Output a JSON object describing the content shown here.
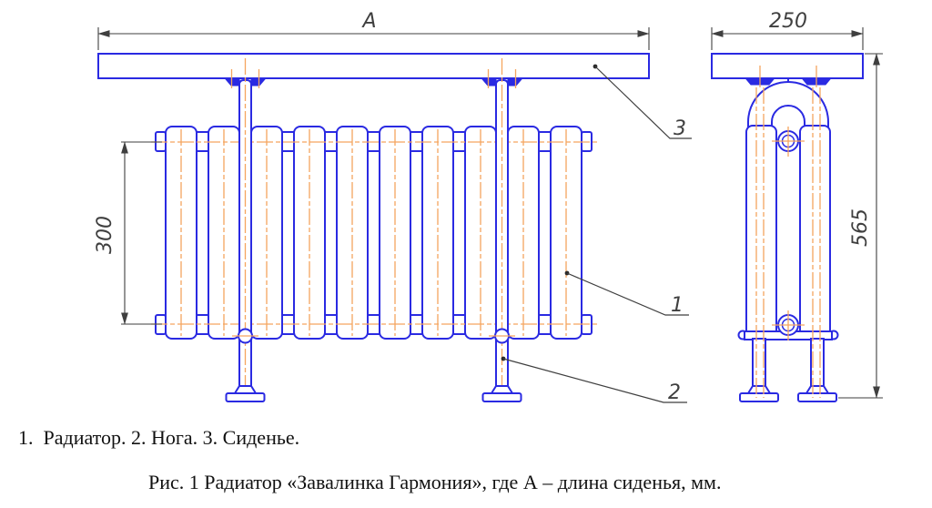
{
  "drawing": {
    "dim_seat_length": "A",
    "dim_seat_width": "250",
    "dim_total_height": "565",
    "dim_radiator_height": "300",
    "callout_1": "1",
    "callout_2": "2",
    "callout_3": "3"
  },
  "captions": {
    "legend": "1.  Радиатор. 2. Нога. 3. Сиденье.",
    "figure": "Рис. 1 Радиатор «Завалинка Гармония», где А – длина сиденья, мм."
  },
  "colors": {
    "outline": "#2a2ae2",
    "centerline": "#f5a55f",
    "dimension": "#3f3f3f",
    "text": "#111111"
  }
}
